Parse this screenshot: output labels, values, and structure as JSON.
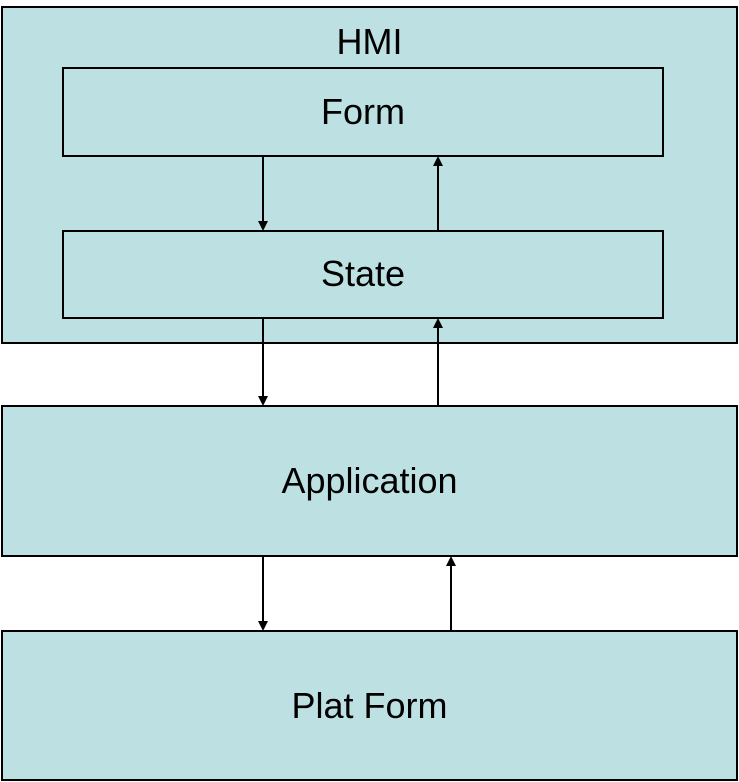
{
  "diagram": {
    "hmi_label": "HMI",
    "form_label": "Form",
    "state_label": "State",
    "application_label": "Application",
    "platform_label": "Plat Form"
  },
  "colors": {
    "box_fill": "#bde0e2",
    "border": "#000000",
    "text": "#000000"
  }
}
